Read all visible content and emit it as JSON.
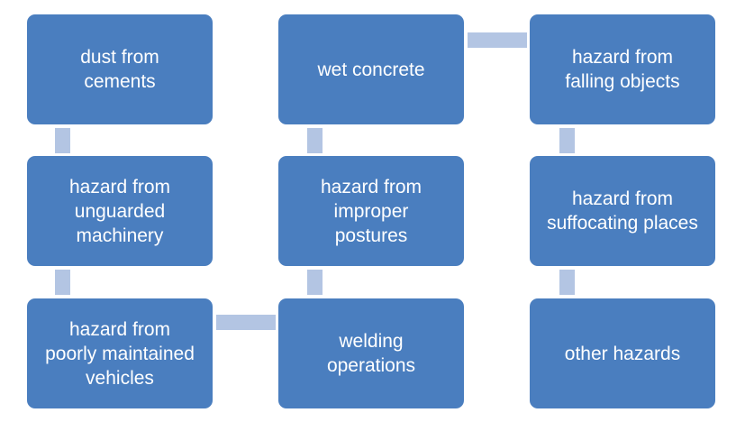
{
  "diagram": {
    "boxes": [
      {
        "label": "dust from\ncements"
      },
      {
        "label": "hazard from\nunguarded\nmachinery"
      },
      {
        "label": "hazard from\npoorly maintained\nvehicles"
      },
      {
        "label": "welding\noperations"
      },
      {
        "label": "hazard from\nimproper\npostures"
      },
      {
        "label": "wet concrete"
      },
      {
        "label": "hazard from\nfalling objects"
      },
      {
        "label": "hazard from\nsuffocating places"
      },
      {
        "label": "other hazards"
      }
    ],
    "colors": {
      "box_fill": "#4a7ebf",
      "connector": "#b3c5e3",
      "text": "#ffffff"
    }
  }
}
